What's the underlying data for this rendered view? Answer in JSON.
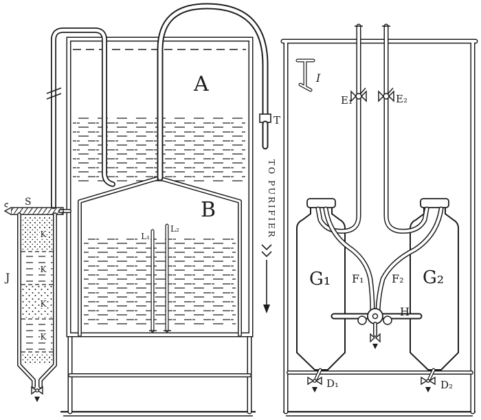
{
  "colors": {
    "ink": "#1c1c1c",
    "paper": "#ffffff"
  },
  "labels": {
    "tank": "A",
    "bell": "B",
    "outlet_fitting": "T",
    "to_purifier": "TO PURIFIER",
    "tray": "S",
    "column": "J",
    "column_layers": [
      "K",
      "K",
      "K",
      "K"
    ],
    "gauge1": "L₁",
    "gauge2": "L₂",
    "tool": "I",
    "valve1": "E₁",
    "valve2": "E₂",
    "tube1": "F₁",
    "tube2": "F₂",
    "bottle1": "G₁",
    "bottle2": "G₂",
    "cock": "H",
    "drain1": "D₁",
    "drain2": "D₂"
  }
}
